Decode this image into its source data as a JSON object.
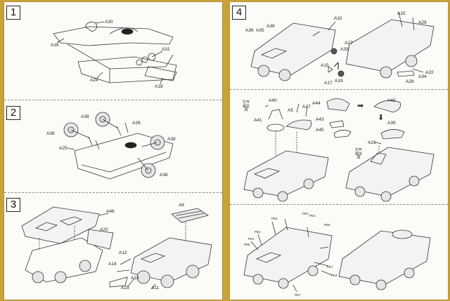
{
  "steps": {
    "s1": {
      "num": "1",
      "labels": {
        "a30": "A30",
        "a16": "A16",
        "a31": "A31",
        "a24": "A24",
        "a18": "A18"
      }
    },
    "s2": {
      "num": "2",
      "labels": {
        "a38t": "A38",
        "a26": "A26",
        "a38l": "A38",
        "a25": "A25",
        "a38r": "A38",
        "a38b": "A38"
      }
    },
    "s3": {
      "num": "3",
      "labels": {
        "a46": "A46",
        "a20": "A20",
        "a6": "A6",
        "a12": "A12",
        "a14": "A14",
        "a13": "A13",
        "a23": "A23",
        "a11": "A11"
      }
    },
    "s4": {
      "num": "4",
      "labels": {
        "a32": "A32",
        "a15t": "A15",
        "a29": "A29",
        "a36a": "A36",
        "a35": "A35",
        "a36b": "A36",
        "a27": "A27",
        "a33": "A33",
        "a15b": "A15",
        "a19": "A19",
        "a17": "A17",
        "a22": "A22",
        "a34": "A34",
        "a28": "A28"
      }
    },
    "s5": {
      "labels": {
        "cn1": "打开或关闭",
        "a40": "A40",
        "a5": "A5",
        "a37": "A37",
        "a41": "A41",
        "a44": "A44",
        "a43": "A43",
        "a45": "A45",
        "a42": "A42",
        "a39": "A39",
        "a21": "A21",
        "cn2": "打开或关闭"
      }
    },
    "s6": {
      "labels": {
        "pe4": "PE4",
        "pe3a": "PE3",
        "pe3b": "PE3",
        "pe2": "PE2",
        "pe1": "PE1",
        "pe6": "PE6",
        "pe5": "PE5",
        "pe7a": "PE7",
        "pe7b": "PE7",
        "pe3c": "PE3"
      }
    }
  }
}
